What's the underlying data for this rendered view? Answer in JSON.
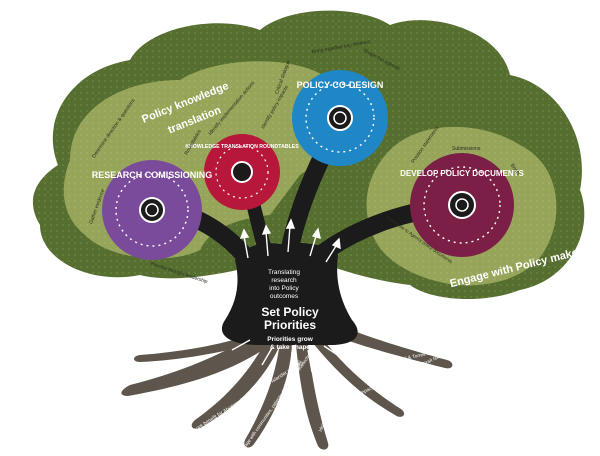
{
  "center": {
    "title_line1": "Set Policy",
    "title_line2": "Priorities",
    "sub_line1": "Priorities grow",
    "sub_line2": "& take shape"
  },
  "translating": {
    "line1": "Translating",
    "line2": "research",
    "line3": "into Policy",
    "line4": "outcomes"
  },
  "regions": {
    "knowledge_line1": "Policy knowledge",
    "knowledge_line2": "translation",
    "engage": "Engage with Policy makers"
  },
  "circles": {
    "research": {
      "label": "RESEARCH COMISSIONING",
      "color": "#7a4a9a"
    },
    "roundtables": {
      "label": "KNOWLEDGE TRANSLATION ROUNDTABLES",
      "color": "#b8163a"
    },
    "codesign": {
      "label": "POLICY CO-DESIGN",
      "color": "#1f86c4"
    },
    "develop": {
      "label": "DEVELOP POLICY DOCUMENTS",
      "color": "#7a1f46"
    }
  },
  "small_labels": {
    "determine": "Determine direction & questions",
    "gather": "Gather evidence",
    "provide": "Provide thought leadership",
    "roundtables": "Roundtables",
    "identify_impl": "Identify implementation actions",
    "identify_pol": "Identify policy impacts",
    "critical": "Critical dialogue",
    "bring": "Bring together key thinkers",
    "shape": "Shape the agenda",
    "position": "Position statements",
    "submissions": "Submissions",
    "briefs": "Briefs",
    "contribute": "Contribute to Agency policy documents"
  },
  "roots": {
    "drawing": "Drawing in knowledge from experts",
    "ensure_ben": "Ensure benefit for Aboriginal & Torres Strait Islander peoples",
    "engage_comm": "Engage with communities, patients, families and researchers",
    "evidence": "Identify areas of need",
    "gaps": "Identify gaps",
    "impact": "Ensuring impact for Aboriginal and Torres Strait Islander peoples health",
    "led": "Led by Aboriginal & Torres Strait Islander peoples"
  },
  "colors": {
    "canopy_dark": "#4f6a2c",
    "canopy_light": "#8a9a4e",
    "trunk": "#1c1c1c",
    "roots": "#5a5248"
  }
}
